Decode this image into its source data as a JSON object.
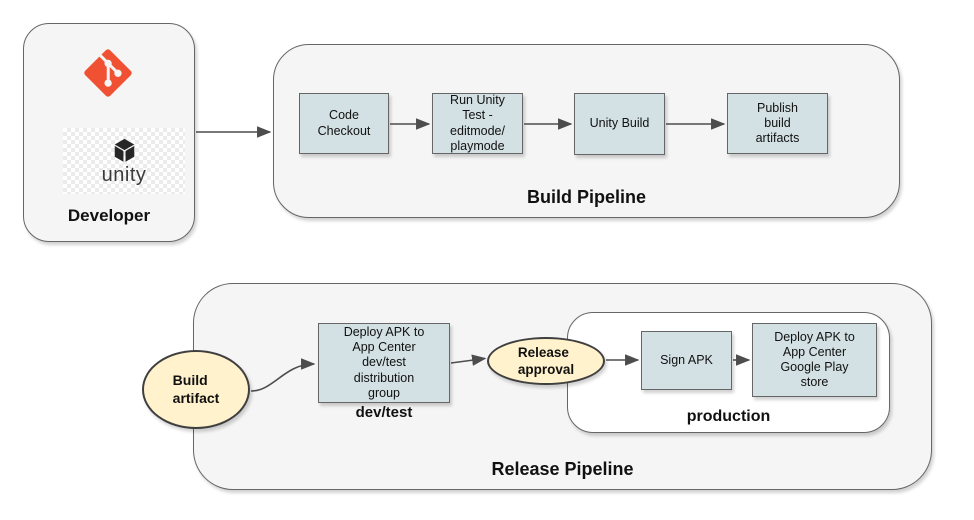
{
  "colors": {
    "container_fill": "#f5f5f5",
    "container_border": "#666666",
    "task_fill": "#d4e1e4",
    "task_border": "#666666",
    "artifact_fill": "#fff2cc",
    "artifact_border": "#3f3f3f",
    "arrow": "#4d4d4d",
    "git_orange": "#f05133"
  },
  "developer": {
    "label": "Developer",
    "unity_wordmark": "unity"
  },
  "build_pipeline": {
    "label": "Build Pipeline",
    "steps": [
      {
        "label": "Code\nCheckout"
      },
      {
        "label": "Run Unity\nTest -\neditmode/\nplaymode"
      },
      {
        "label": "Unity Build"
      },
      {
        "label": "Publish\nbuild\nartifacts"
      }
    ]
  },
  "release_pipeline": {
    "label": "Release Pipeline",
    "build_artifact": "Build\nartifact",
    "deploy_dev_test": "Deploy APK to\nApp Center\ndev/test\ndistribution\ngroup",
    "dev_test_caption": "dev/test",
    "release_approval": "Release\napproval",
    "production": {
      "label": "production",
      "steps": [
        {
          "label": "Sign APK"
        },
        {
          "label": "Deploy APK to\nApp Center\nGoogle Play\nstore"
        }
      ]
    }
  },
  "edges": [
    {
      "from": "developer-box",
      "to": "build-pipeline-container"
    },
    {
      "from": "task-code-checkout",
      "to": "task-run-unity-test"
    },
    {
      "from": "task-run-unity-test",
      "to": "task-unity-build"
    },
    {
      "from": "task-unity-build",
      "to": "task-publish-artifacts"
    },
    {
      "from": "build-artifact-ellipse",
      "to": "task-deploy-dev-test"
    },
    {
      "from": "task-deploy-dev-test",
      "to": "release-approval-ellipse"
    },
    {
      "from": "release-approval-ellipse",
      "to": "task-sign-apk"
    },
    {
      "from": "task-sign-apk",
      "to": "task-deploy-google-play"
    }
  ]
}
